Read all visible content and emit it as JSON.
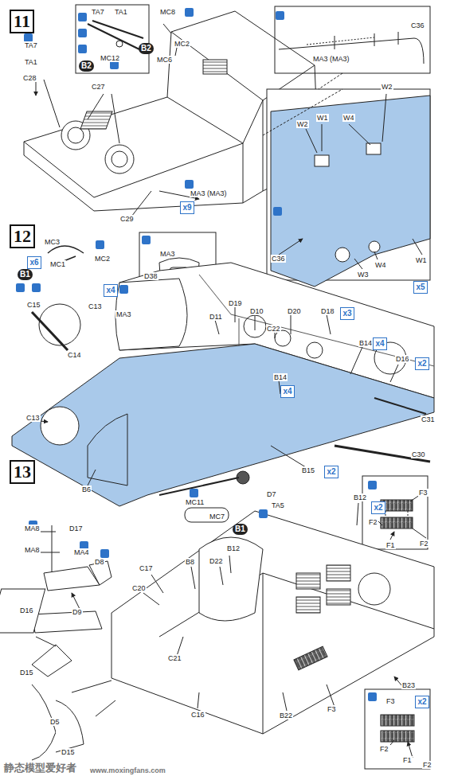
{
  "diagram": {
    "nodes": [
      {
        "text": [
          "11"
        ]
      },
      {
        "text": [
          "x9"
        ]
      },
      {
        "text": [
          "x5"
        ]
      },
      {
        "text": [
          "12"
        ]
      },
      {
        "text": [
          "x6"
        ]
      },
      {
        "text": [
          "x4"
        ]
      },
      {
        "text": [
          "x3"
        ]
      },
      {
        "text": [
          "x4"
        ]
      },
      {
        "text": [
          "x2"
        ]
      },
      {
        "text": [
          "x4"
        ]
      },
      {
        "text": [
          "x2"
        ]
      },
      {
        "text": [
          "x2"
        ]
      },
      {
        "text": [
          "13"
        ]
      },
      {
        "text": [
          "x2"
        ]
      }
    ],
    "labels": [
      "TA7",
      "TA1",
      "C28",
      "TA7",
      "TA1",
      "B2",
      "MC12",
      "MC8",
      "MC2",
      "B2",
      "MC6",
      "C36",
      "MA3 (MA3)",
      "C27",
      "C29",
      "MA3 (MA3)",
      "W2",
      "W1",
      "W4",
      "W2",
      "W1",
      "W4",
      "W3",
      "C36",
      "MC3",
      "MC2",
      "MC1",
      "B1",
      "MA3",
      "D38",
      "MA3",
      "C13",
      "C15",
      "C14",
      "D19",
      "D10",
      "D11",
      "C22",
      "D20",
      "D18",
      "B14",
      "D16",
      "B14",
      "C31",
      "C30",
      "C13",
      "B6",
      "B15",
      "D7",
      "TA5",
      "MC11",
      "MC7",
      "B1",
      "F3",
      "F2",
      "F2",
      "F1",
      "MA8",
      "D17",
      "MA4",
      "MA8",
      "D8",
      "D16",
      "D9",
      "D15",
      "B12",
      "B12",
      "D22",
      "B8",
      "C17",
      "C20",
      "C21",
      "C16",
      "D5",
      "D15",
      "B22",
      "F3",
      "B23",
      "F3",
      "F2",
      "F1",
      "F2",
      "静态模型爱好者",
      "www.moxingfans.com"
    ]
  }
}
